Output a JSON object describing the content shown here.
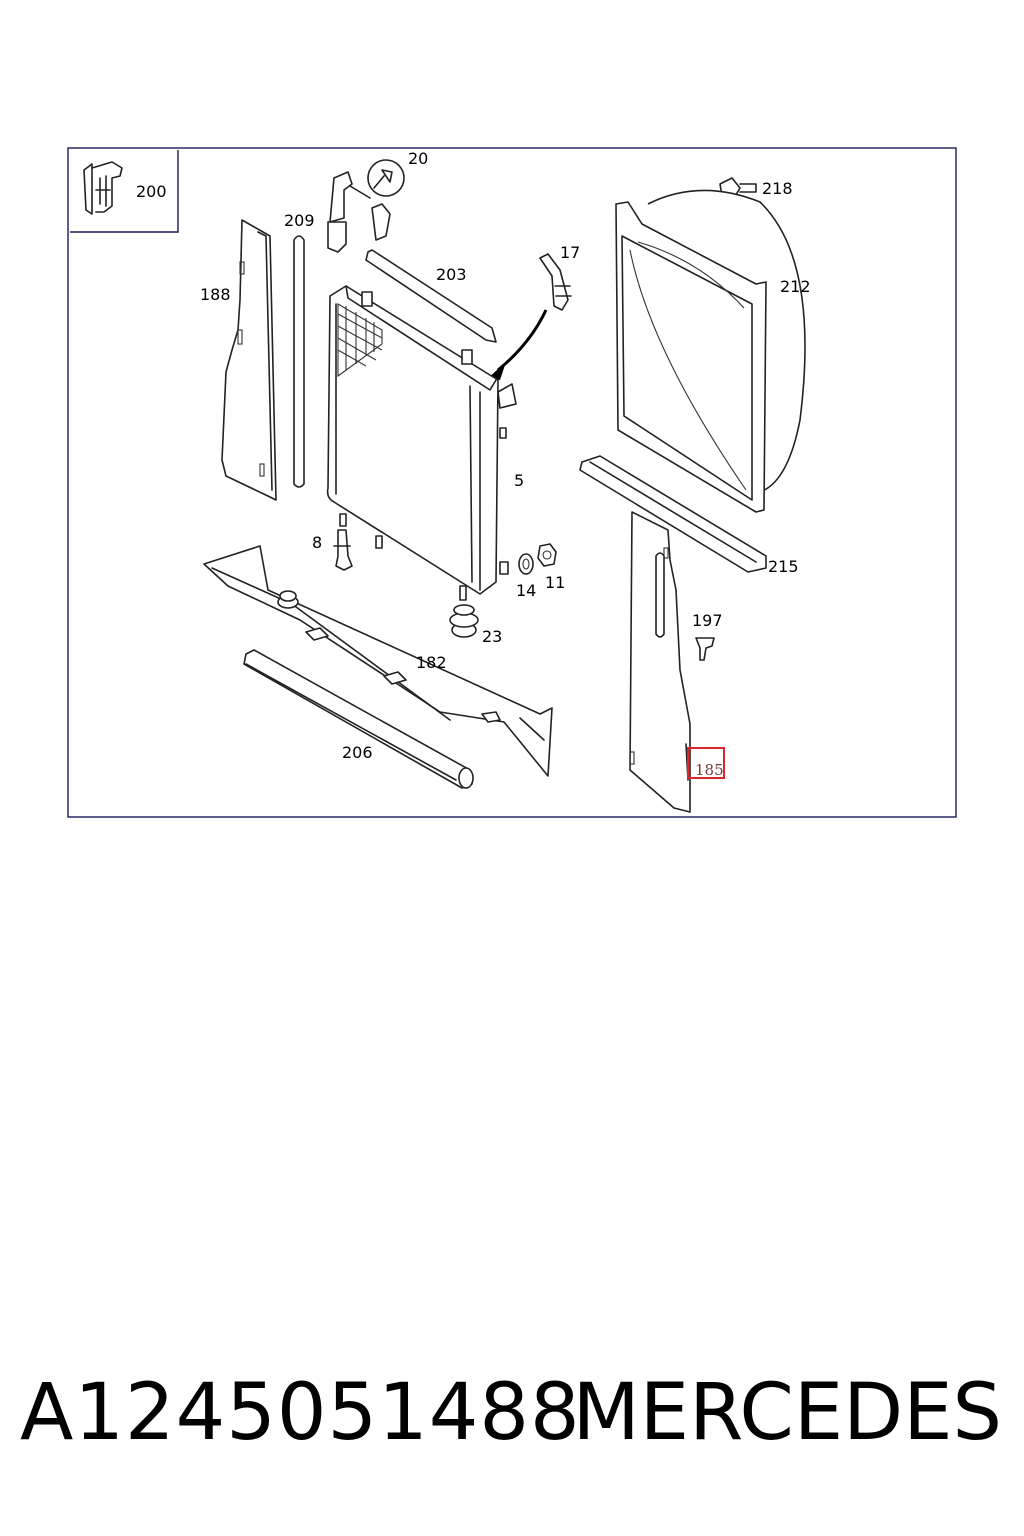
{
  "diagram": {
    "inset_label": "200",
    "parts": [
      {
        "id": "p20",
        "label": "20"
      },
      {
        "id": "p209",
        "label": "209"
      },
      {
        "id": "p188",
        "label": "188"
      },
      {
        "id": "p203",
        "label": "203"
      },
      {
        "id": "p17",
        "label": "17"
      },
      {
        "id": "p218",
        "label": "218"
      },
      {
        "id": "p212",
        "label": "212"
      },
      {
        "id": "p5",
        "label": "5"
      },
      {
        "id": "p8",
        "label": "8"
      },
      {
        "id": "p14",
        "label": "14"
      },
      {
        "id": "p11",
        "label": "11"
      },
      {
        "id": "p215",
        "label": "215"
      },
      {
        "id": "p197",
        "label": "197"
      },
      {
        "id": "p23",
        "label": "23"
      },
      {
        "id": "p182",
        "label": "182"
      },
      {
        "id": "p206",
        "label": "206"
      },
      {
        "id": "p185",
        "label": "185"
      }
    ],
    "highlighted_part": "185",
    "highlight_color": "#e0242c",
    "line_color": "#1c1c5a"
  },
  "footer": {
    "part_number": "A1245051488",
    "brand": "MERCEDES"
  }
}
